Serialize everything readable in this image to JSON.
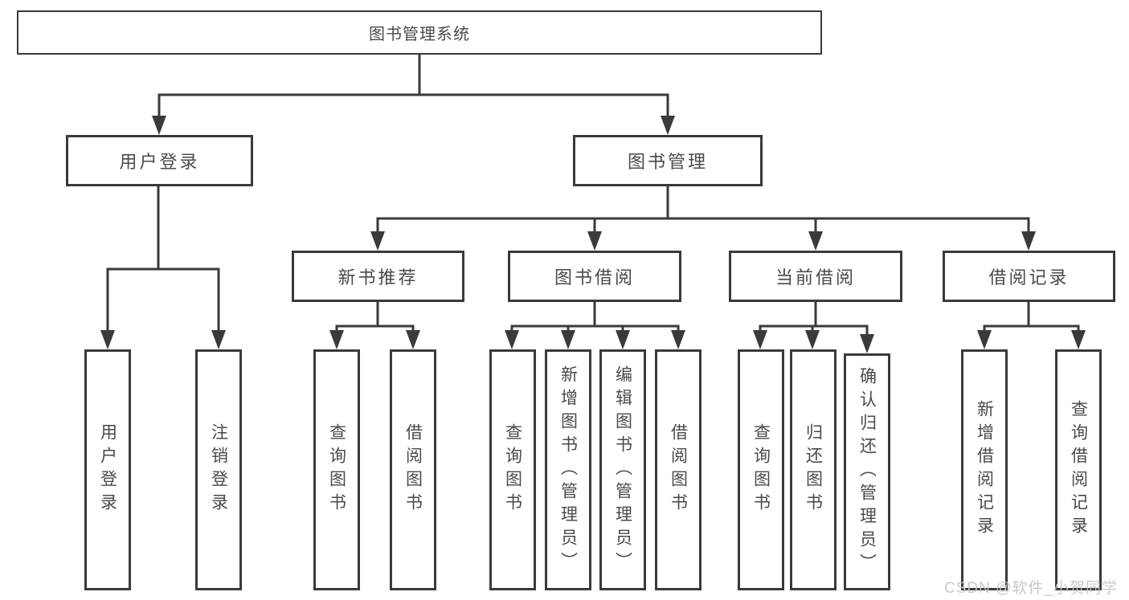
{
  "diagram": {
    "title": "图书管理系统",
    "branches": {
      "user_login": {
        "label": "用户登录",
        "children": [
          {
            "label": "用户登录"
          },
          {
            "label": "注销登录"
          }
        ]
      },
      "book_management": {
        "label": "图书管理",
        "groups": [
          {
            "label": "新书推荐",
            "children": [
              {
                "label": "查询图书"
              },
              {
                "label": "借阅图书"
              }
            ]
          },
          {
            "label": "图书借阅",
            "children": [
              {
                "label": "查询图书"
              },
              {
                "label": "新增图书（管理员）"
              },
              {
                "label": "编辑图书（管理员）"
              },
              {
                "label": "借阅图书"
              }
            ]
          },
          {
            "label": "当前借阅",
            "children": [
              {
                "label": "查询图书"
              },
              {
                "label": "归还图书"
              },
              {
                "label": "确认归还（管理员）"
              }
            ]
          },
          {
            "label": "借阅记录",
            "children": [
              {
                "label": "新增借阅记录"
              },
              {
                "label": "查询借阅记录"
              }
            ]
          }
        ]
      }
    },
    "watermark": "CSDN @软件_小贺同学"
  },
  "colors": {
    "line": "#3a3a3a",
    "text": "#4a4a4a",
    "watermark": "#c6c6c6",
    "background": "#ffffff"
  }
}
